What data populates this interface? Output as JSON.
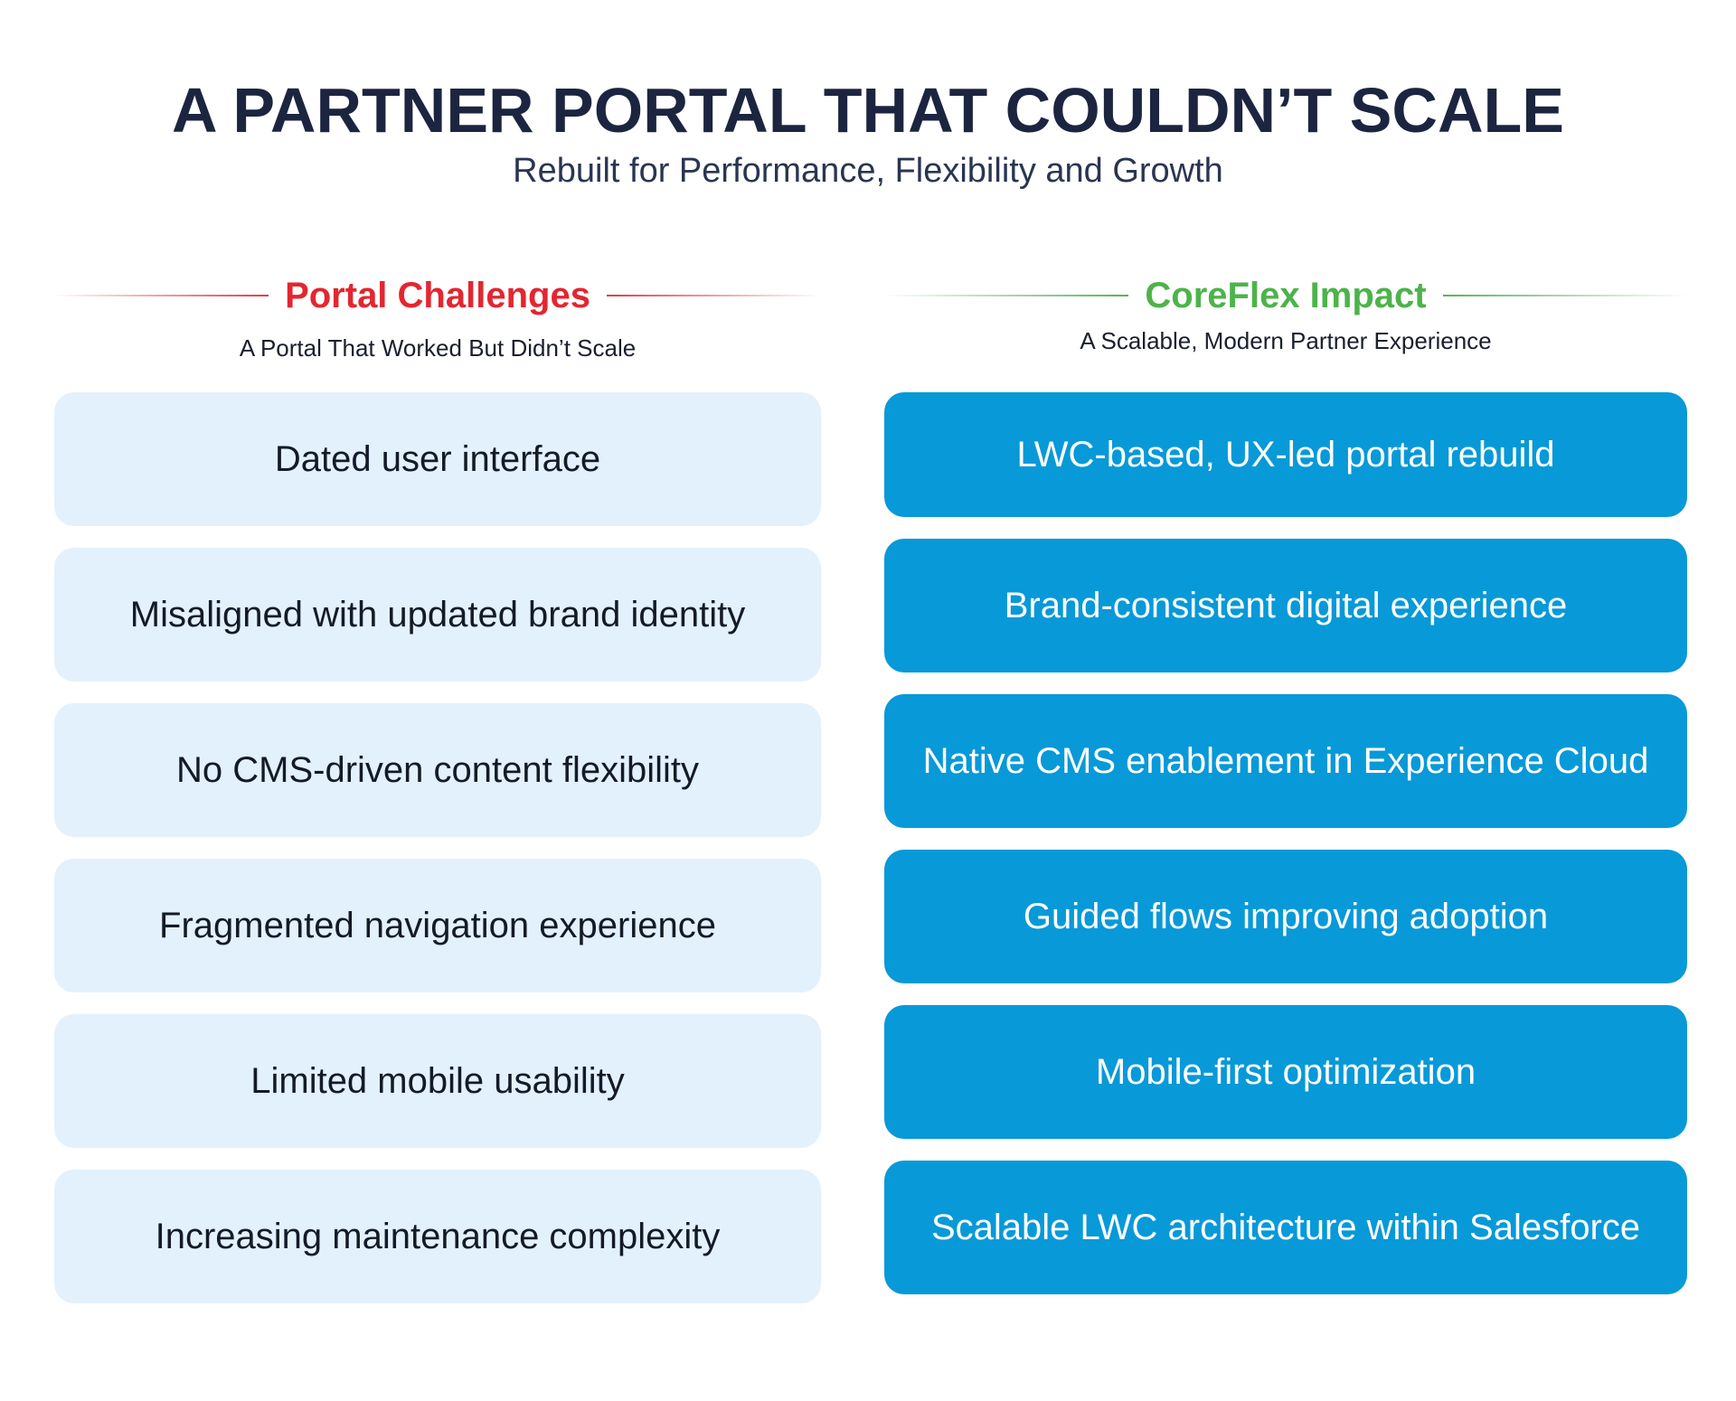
{
  "header": {
    "title": "A PARTNER PORTAL THAT COULDN’T SCALE",
    "subtitle": "Rebuilt for Performance, Flexibility and Growth"
  },
  "challenges": {
    "title": "Portal Challenges",
    "subtitle": "A Portal That Worked But Didn’t Scale",
    "accent_color": "#e32630",
    "items": [
      "Dated user interface",
      "Misaligned with updated brand identity",
      "No CMS-driven content flexibility",
      "Fragmented navigation experience",
      "Limited mobile usability",
      "Increasing maintenance complexity"
    ]
  },
  "impact": {
    "title": "CoreFlex Impact",
    "subtitle": "A Scalable, Modern Partner Experience",
    "accent_color": "#4db34a",
    "card_color": "#0899d8",
    "items": [
      "LWC-based, UX-led portal rebuild",
      "Brand-consistent digital experience",
      "Native CMS enablement in Experience Cloud",
      "Guided flows improving adoption",
      "Mobile-first optimization",
      "Scalable LWC architecture within Salesforce"
    ]
  }
}
